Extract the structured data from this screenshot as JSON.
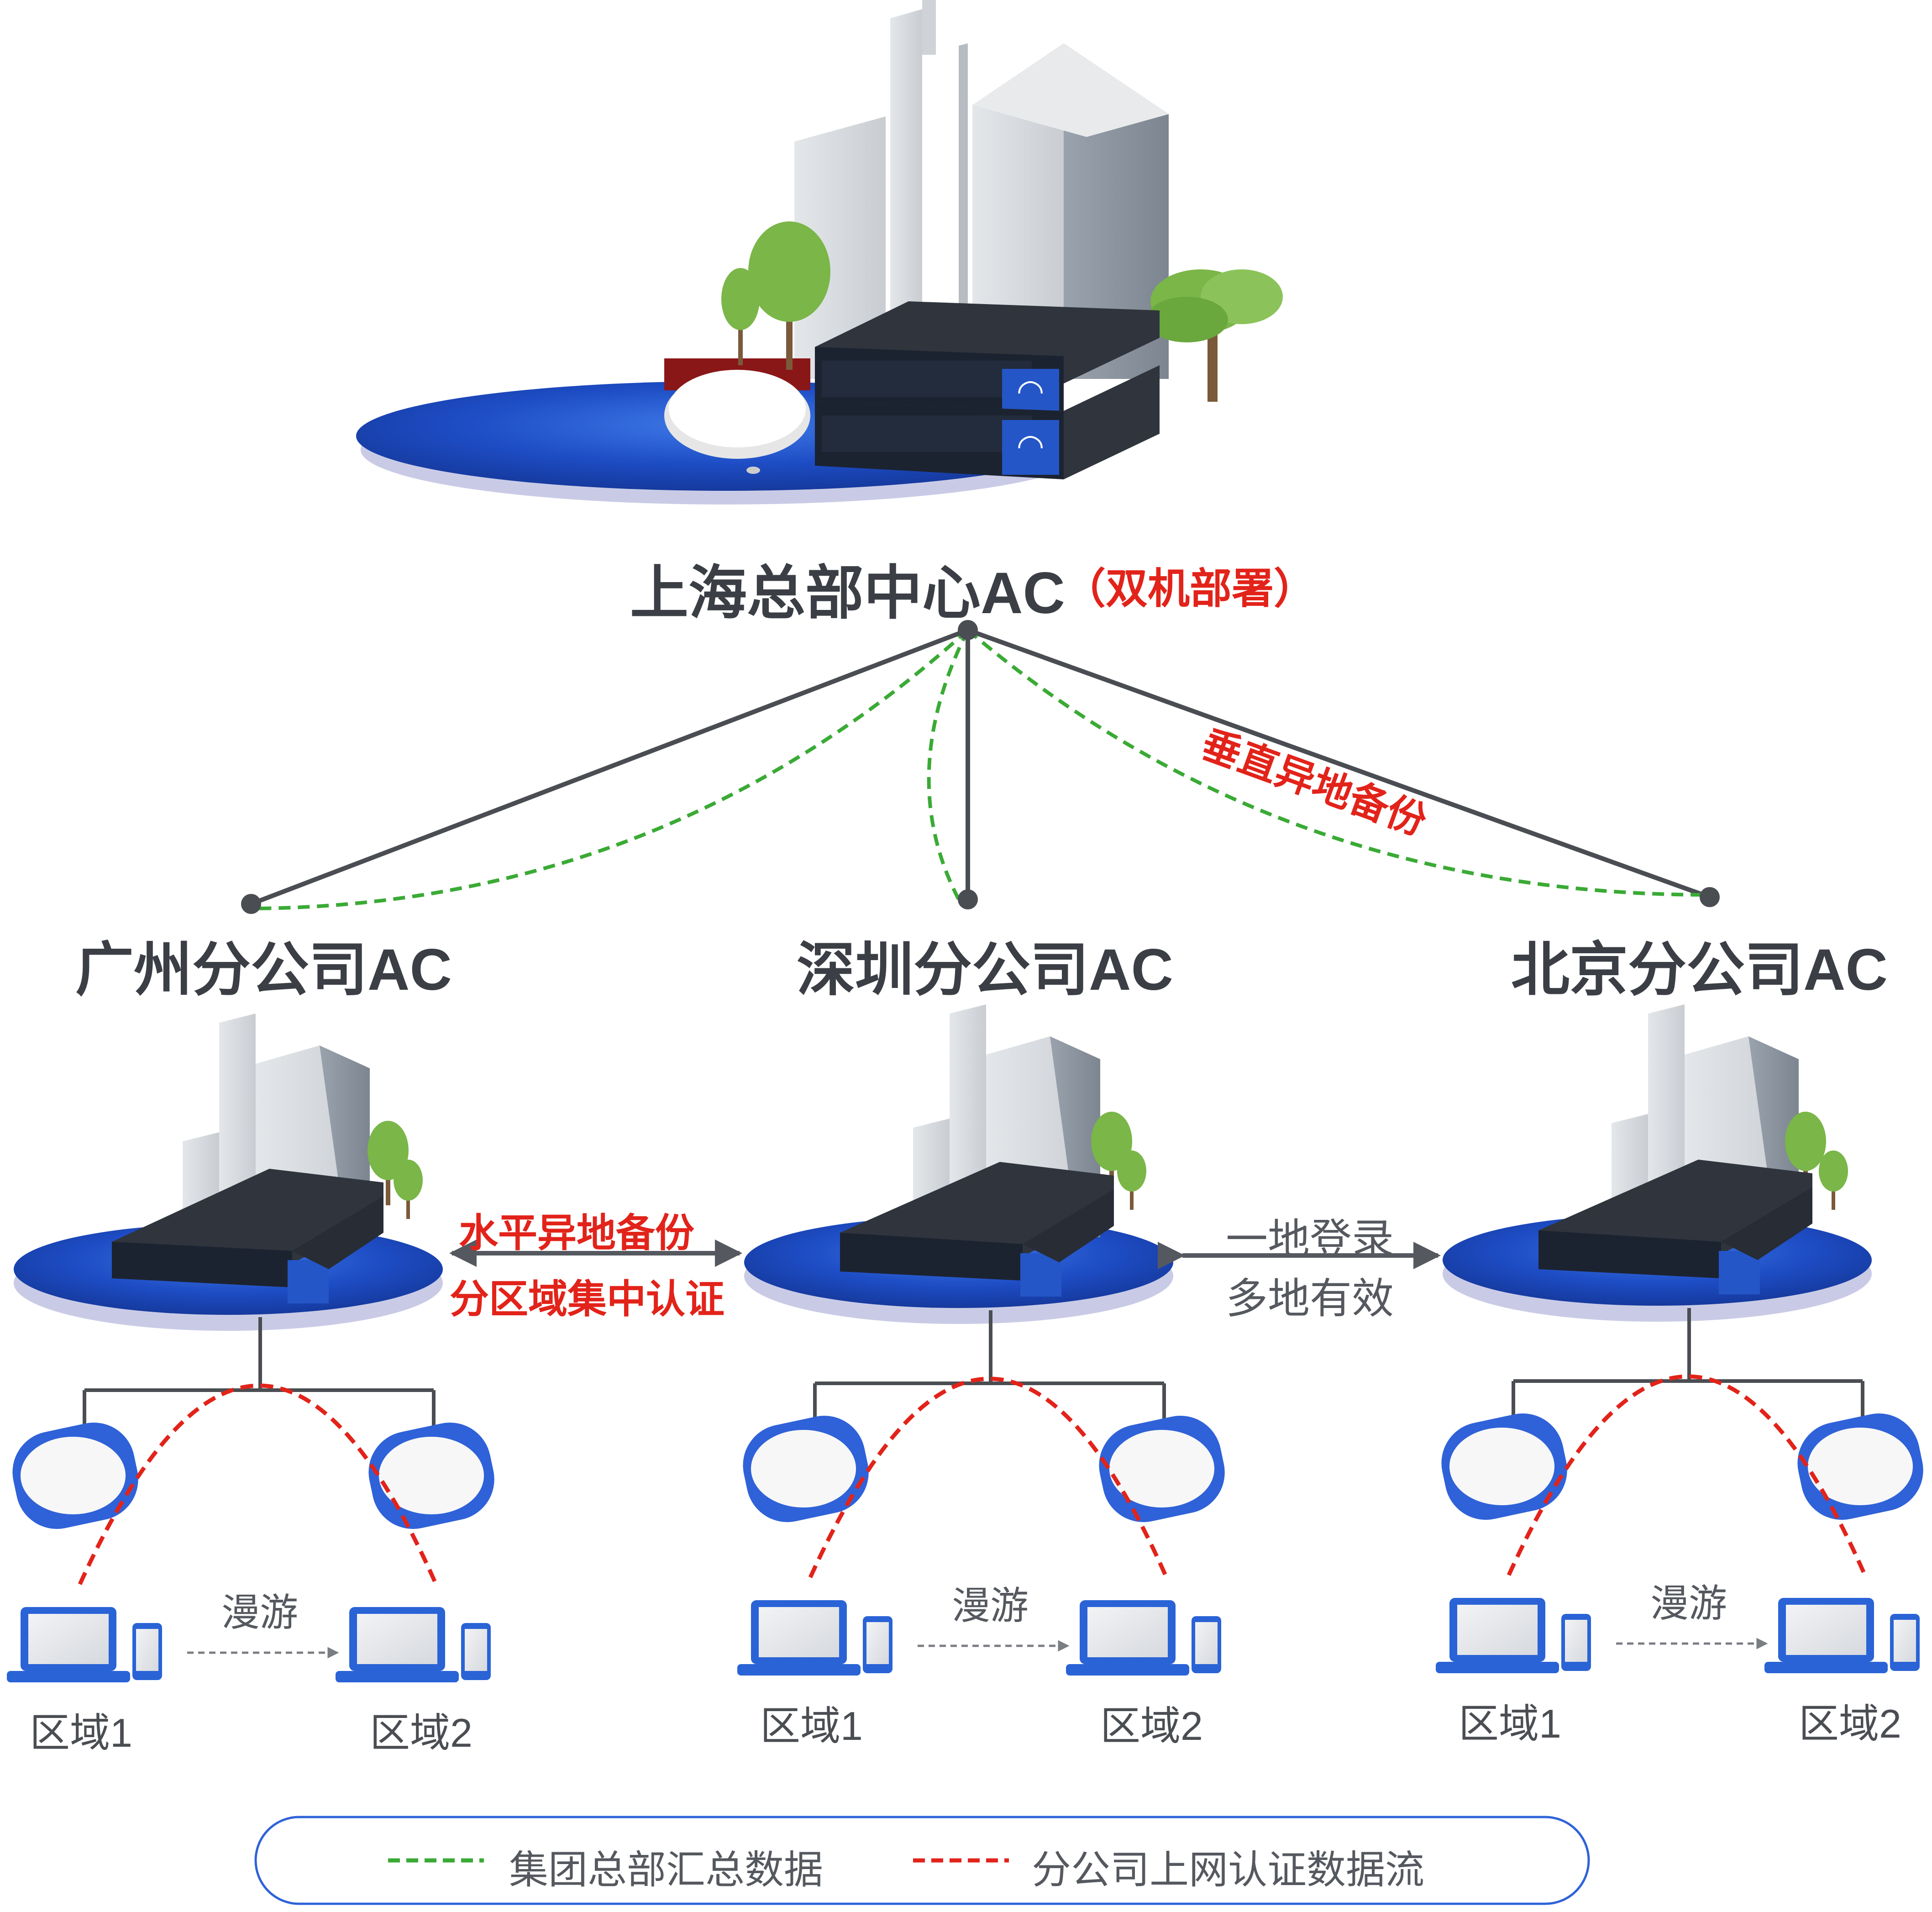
{
  "headquarters": {
    "title": "上海总部中心AC",
    "note": "（双机部署）"
  },
  "vertical_backup": "垂直异地备份",
  "branches": [
    {
      "title": "广州分公司AC",
      "area1": "区域1",
      "area2": "区域2",
      "roam": "漫游"
    },
    {
      "title": "深圳分公司AC",
      "area1": "区域1",
      "area2": "区域2",
      "roam": "漫游"
    },
    {
      "title": "北京分公司AC",
      "area1": "区域1",
      "area2": "区域2",
      "roam": "漫游"
    }
  ],
  "horizontal_link": {
    "line1": "水平异地备份",
    "line2": "分区域集中认证"
  },
  "login_link": {
    "line1": "一地登录",
    "line2": "多地有效"
  },
  "legend": {
    "green_label": "集团总部汇总数据",
    "red_label": "分公司上网认证数据流"
  },
  "colors": {
    "green_dash": "#3aaa35",
    "red_dash": "#e2231a",
    "platform_blue": "#1f4fc8",
    "device_blue": "#2a63d6"
  }
}
